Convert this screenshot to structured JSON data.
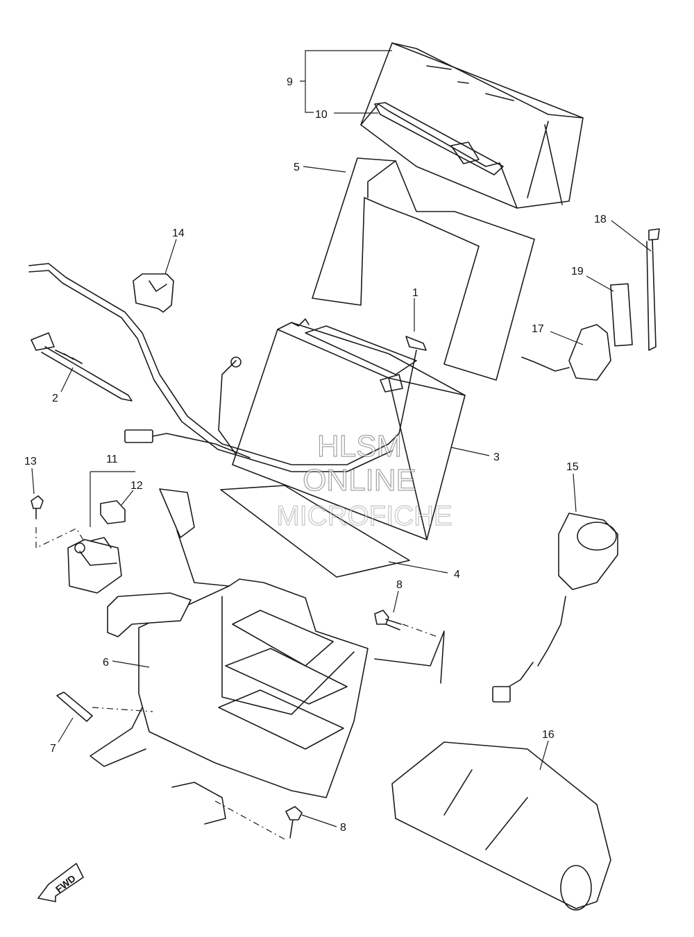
{
  "callouts": [
    "1",
    "2",
    "3",
    "4",
    "5",
    "6",
    "7",
    "8",
    "8",
    "9",
    "10",
    "11",
    "12",
    "13",
    "14",
    "15",
    "16",
    "17",
    "18",
    "19"
  ],
  "watermark": {
    "line1": "HLSM",
    "line2": "ONLINE",
    "line3": "MICROFICHE"
  },
  "direction_badge": "FWD"
}
